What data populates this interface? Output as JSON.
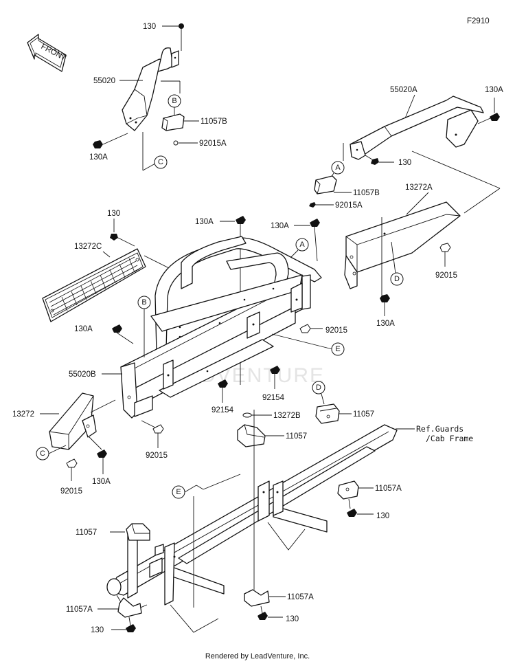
{
  "figure_code": "F2910",
  "front_label": "FRONT",
  "watermark": "ADVENTURE",
  "footer": "Rendered by LeadVenture, Inc.",
  "parts": {
    "p130_top": "130",
    "p55020": "55020",
    "pB_top": "B",
    "p11057B_left": "11057B",
    "p92015A_left": "92015A",
    "p130A_left": "130A",
    "pC_top": "C",
    "p55020A": "55020A",
    "p130A_right": "130A",
    "p130_right": "130",
    "pA_right": "A",
    "p11057B_right": "11057B",
    "p92015A_right": "92015A",
    "p13272A": "13272A",
    "p130_grille": "130",
    "p13272C": "13272C",
    "p130A_mid1": "130A",
    "p130A_mid2": "130A",
    "pA_mid": "A",
    "p92015_right": "92015",
    "pD_right": "D",
    "pB_mid": "B",
    "p130A_bumper": "130A",
    "p92015_mid": "92015",
    "p130A_right2": "130A",
    "pE_mid": "E",
    "p55020B": "55020B",
    "p92154_a": "92154",
    "p92154_b": "92154",
    "pD_lower": "D",
    "p11057_right": "11057",
    "p13272": "13272",
    "p13272B": "13272B",
    "p11057_mid": "11057",
    "pC_lower": "C",
    "p92015_lower": "92015",
    "p130A_lower": "130A",
    "p92015_bottom": "92015",
    "pE_lower": "E",
    "p11057A_right": "11057A",
    "p130_lower_right": "130",
    "p11057_left": "11057",
    "p11057A_bottom": "11057A",
    "p130_bottom": "130",
    "p11057A_left": "11057A",
    "p130_bottom_left": "130"
  },
  "ref_note": {
    "line1": "Ref.Guards",
    "line2": "/Cab Frame"
  }
}
